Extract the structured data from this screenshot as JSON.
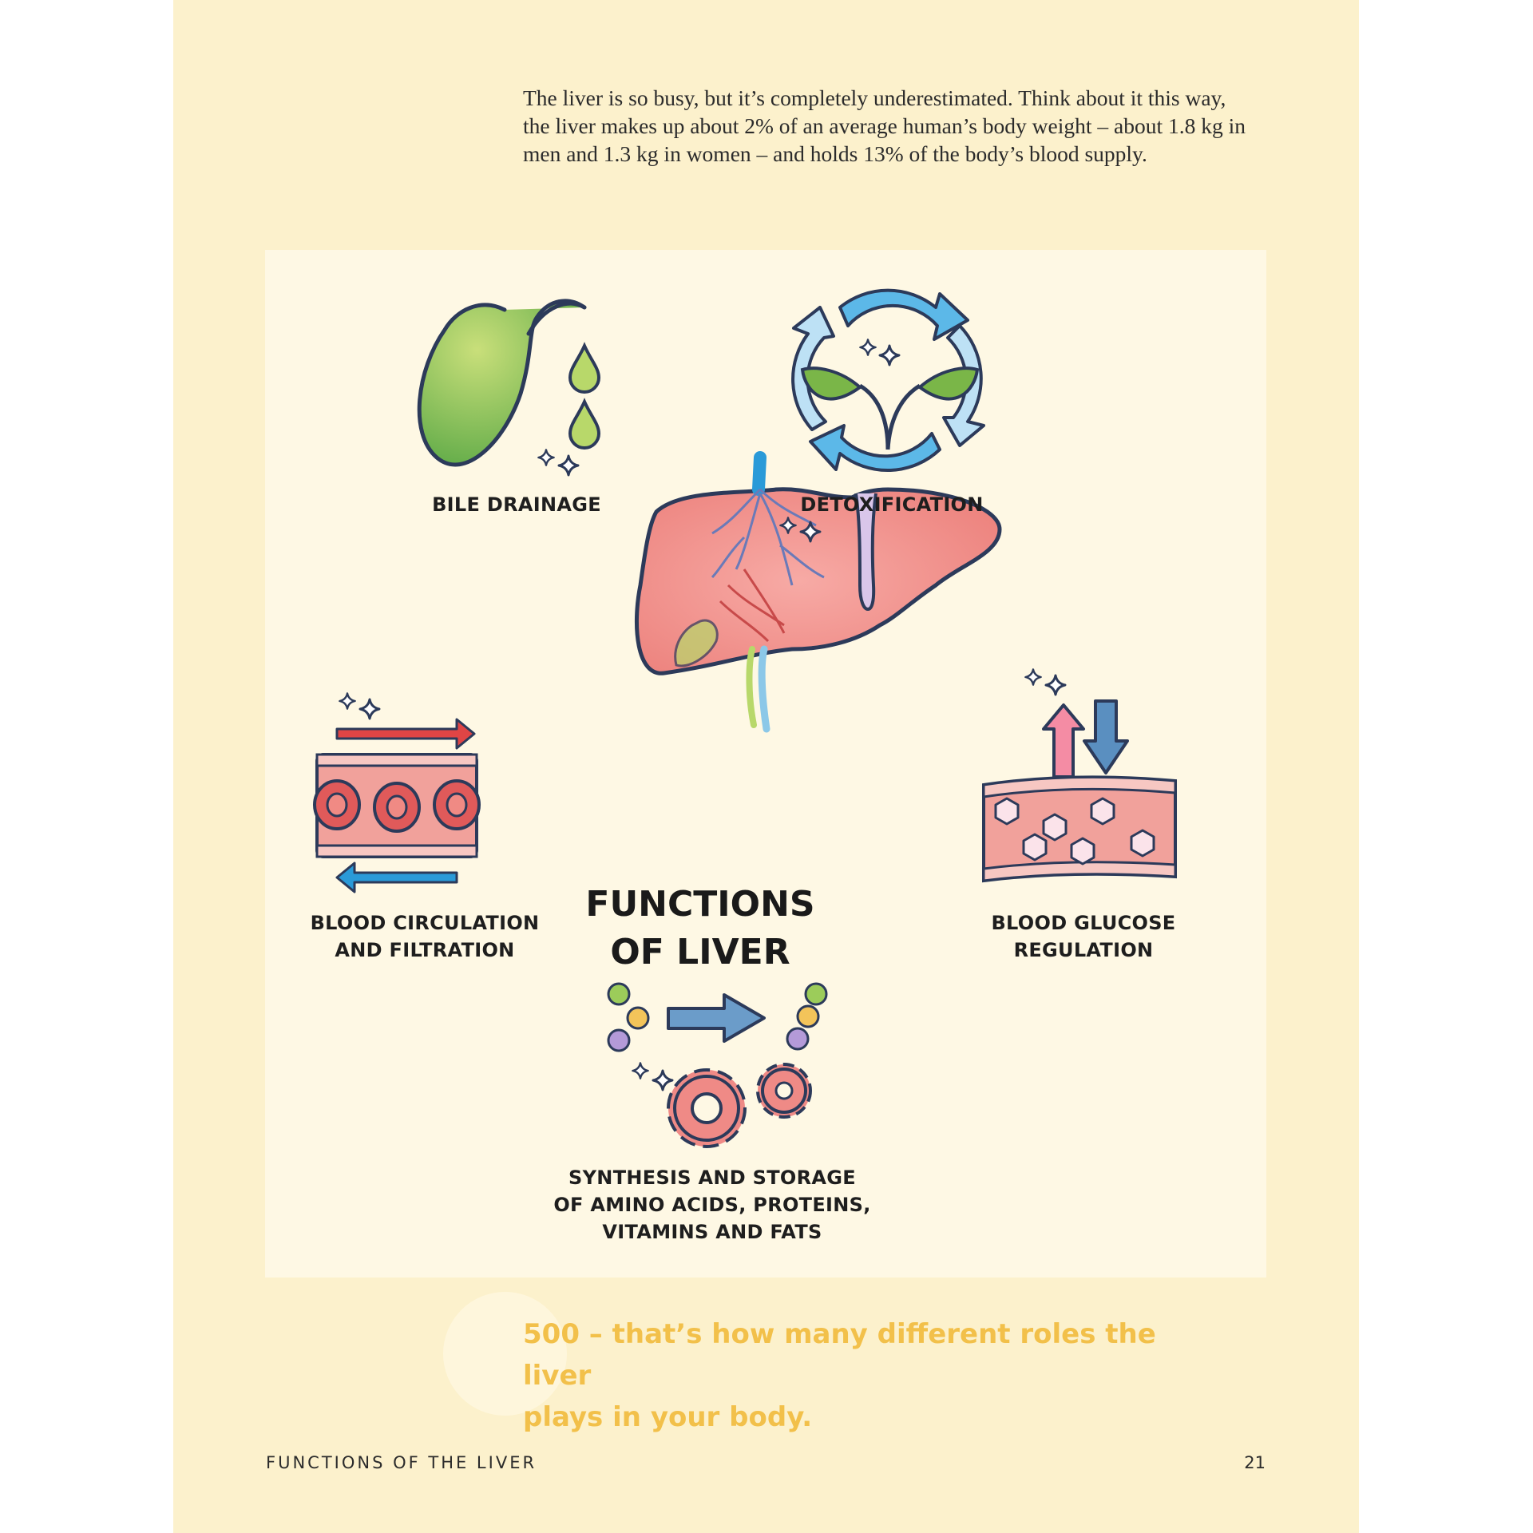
{
  "intro_text": "The liver is so busy, but it’s completely underestimated. Think about it this way, the liver makes up about 2% of an average human’s body weight – about 1.8 kg in men and 1.3 kg in women – and holds 13% of the body’s blood supply.",
  "diagram": {
    "title_line1": "FUNCTIONS",
    "title_line2": "OF LIVER",
    "functions": {
      "bile": "BILE DRAINAGE",
      "detox": "DETOXIFICATION",
      "circulation_line1": "BLOOD CIRCULATION",
      "circulation_line2": "AND FILTRATION",
      "glucose_line1": "BLOOD GLUCOSE",
      "glucose_line2": "REGULATION",
      "synthesis_line1": "SYNTHESIS AND STORAGE",
      "synthesis_line2": "OF AMINO ACIDS, PROTEINS,",
      "synthesis_line3": "VITAMINS AND FATS"
    }
  },
  "stat_line1": "500 – that’s how many different roles the liver",
  "stat_line2": "plays in your body.",
  "footer": {
    "section": "FUNCTIONS OF THE LIVER",
    "page_number": "21"
  },
  "colors": {
    "page_bg": "#fcf1cc",
    "panel_bg": "#fef8e4",
    "stat_accent": "#f2c04a",
    "liver": "#ef8b86"
  }
}
